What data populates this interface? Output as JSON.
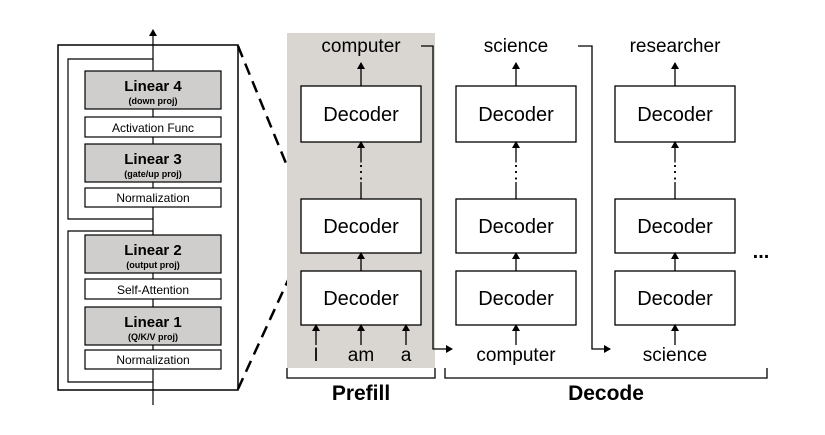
{
  "layer_detail": {
    "blocks": [
      {
        "title": "Linear 4",
        "subtitle": "(down proj)"
      },
      {
        "label": "Activation Func"
      },
      {
        "title": "Linear 3",
        "subtitle": "(gate/up proj)"
      },
      {
        "label": "Normalization"
      },
      {
        "title": "Linear 2",
        "subtitle": "(output proj)"
      },
      {
        "label": "Self-Attention"
      },
      {
        "title": "Linear 1",
        "subtitle": "(Q/K/V proj)"
      },
      {
        "label": "Normalization"
      }
    ]
  },
  "decoder_label": "Decoder",
  "vertical_dots": "⋮",
  "prefill": {
    "inputs": [
      "I",
      "am",
      "a"
    ],
    "output": "computer",
    "label": "Prefill"
  },
  "decode": {
    "steps": [
      {
        "input": "computer",
        "output": "science"
      },
      {
        "input": "science",
        "output": "researcher"
      }
    ],
    "ellipsis": "...",
    "label": "Decode"
  },
  "colors": {
    "prefill_shade": "#d9d6d2",
    "linear_fill": "#d0cecc",
    "stroke": "#000000"
  }
}
